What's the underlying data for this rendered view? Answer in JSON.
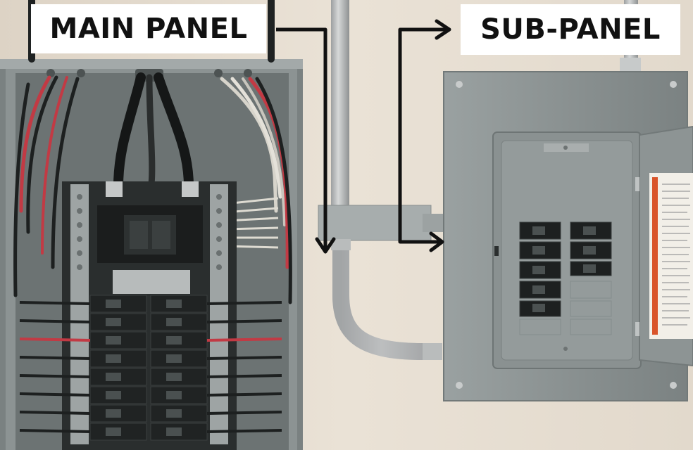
{
  "labels": {
    "main_panel": "MAIN PANEL",
    "sub_panel": "SUB-PANEL"
  },
  "colors": {
    "wall": "#e6ddd0",
    "panel_gray": "#8f9696",
    "panel_dark": "#5a6161",
    "arrow": "#111111",
    "red_wire": "#c23a44",
    "warning_stripe": "#d9542a"
  },
  "objects": {
    "main_panel": "open electrical main panel with wires and breakers",
    "sub_panel": "closed-door sub-panel with hinged cover open",
    "conduit": "metal conduit connecting the panels",
    "arrow_main": "arrow-from-main-label",
    "arrow_sub": "arrow-to-sub-panel"
  }
}
